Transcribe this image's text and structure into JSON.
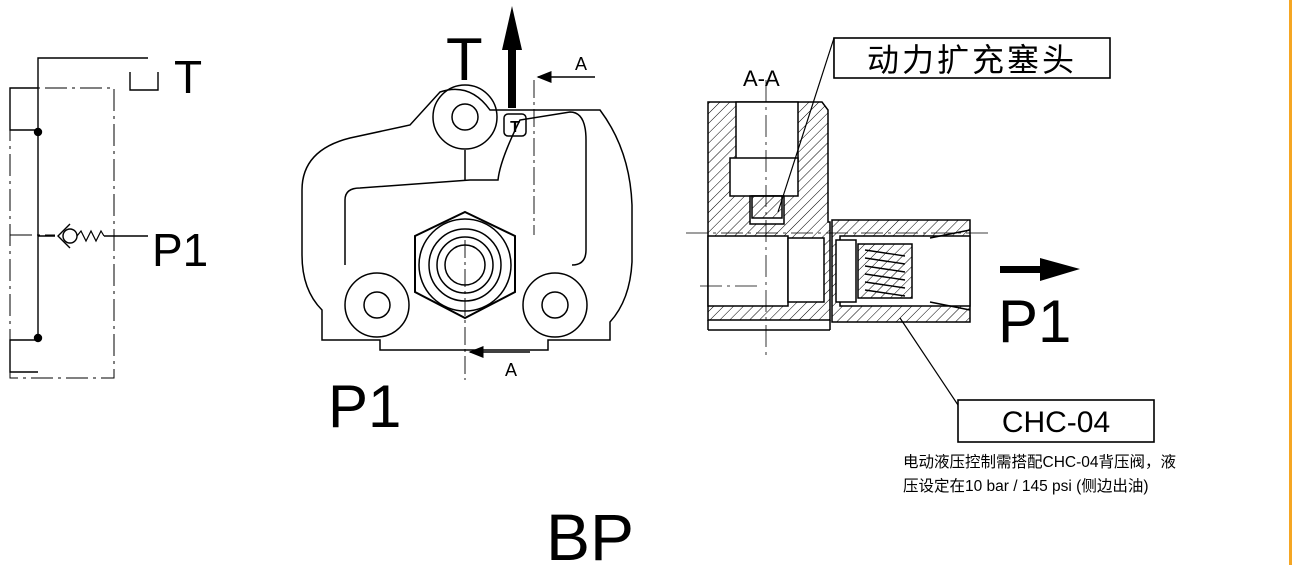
{
  "schematic": {
    "tank_label": "T",
    "pressure_label": "P1"
  },
  "front_view": {
    "tank_label": "T",
    "pressure_label": "P1",
    "port_tag": "T",
    "section_mark_top": "A",
    "section_mark_bottom": "A"
  },
  "section_view": {
    "title": "A-A",
    "callout_plug": "动力扩充塞头",
    "outlet_label": "P1",
    "callout_valve": "CHC-04",
    "note_lines": [
      "电动液压控制需搭配CHC-04背压阀，液",
      "压设定在10 bar / 145 psi (侧边出油)"
    ]
  },
  "model_code": "BP",
  "colors": {
    "line": "#000000",
    "edge_accent": "#f5a623"
  }
}
